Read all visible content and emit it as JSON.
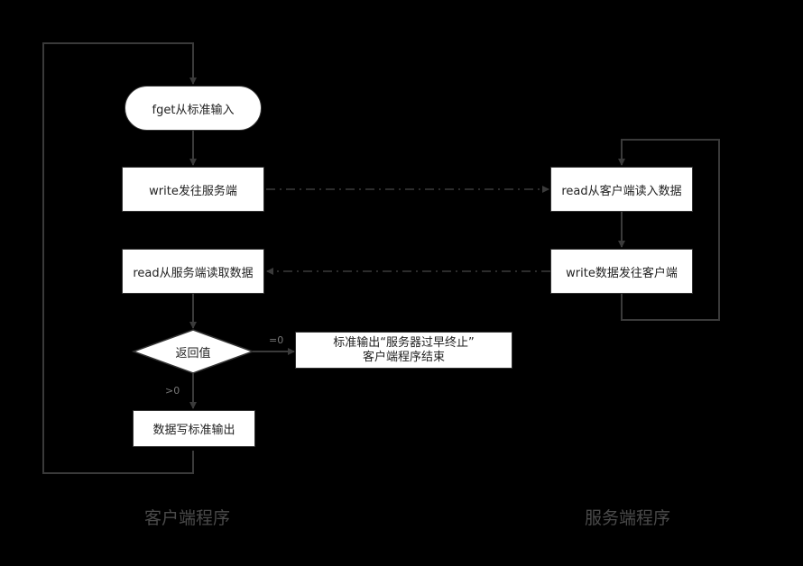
{
  "client": {
    "start": "fget从标准输入",
    "send": "write发往服务端",
    "receive": "read从服务端读取数据",
    "decision": "返回值",
    "output": "数据写标准输出",
    "terminate_line1": "标准输出“服务器过早终止”",
    "terminate_line2": "客户端程序结束",
    "edge_eq0": "=0",
    "edge_gt0": ">0",
    "caption": "客户端程序"
  },
  "server": {
    "read": "read从客户端读入数据",
    "write": "write数据发往客户端",
    "caption": "服务端程序"
  },
  "colors": {
    "background": "#000000",
    "node_fill": "#ffffff",
    "line": "#333333",
    "caption": "#4a4a4a"
  }
}
